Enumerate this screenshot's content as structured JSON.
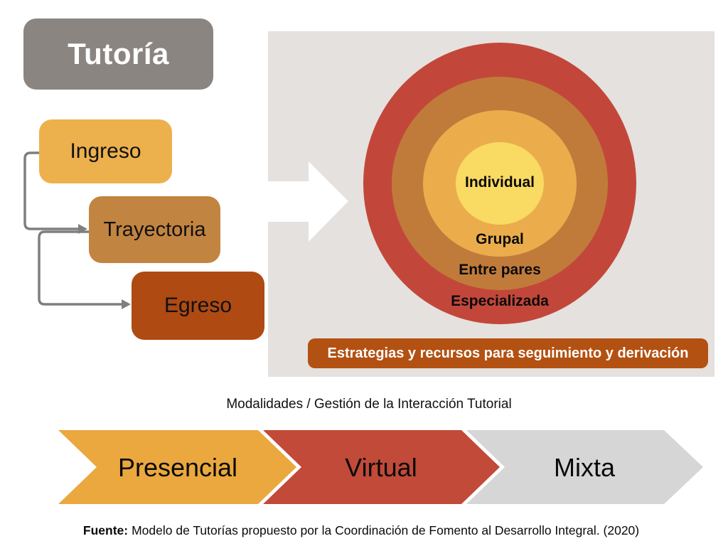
{
  "title": "Tutoría",
  "stages": [
    {
      "label": "Ingreso",
      "color": "#ECB04D"
    },
    {
      "label": "Trayectoria",
      "color": "#C28441"
    },
    {
      "label": "Egreso",
      "color": "#AE4A12"
    }
  ],
  "interaction_model": {
    "panel_color": "#E5E1DE",
    "rings": [
      {
        "label": "Individual",
        "color": "#F9DA63"
      },
      {
        "label": "Grupal",
        "color": "#EBAD4C"
      },
      {
        "label": "Entre pares",
        "color": "#C07B3B"
      },
      {
        "label": "Especializada",
        "color": "#C2473A"
      }
    ],
    "banner": {
      "label": "Estrategias y recursos para seguimiento y derivación",
      "color": "#B35112"
    }
  },
  "modalities": {
    "caption": "Modalidades / Gestión de la Interacción Tutorial",
    "items": [
      {
        "label": "Presencial",
        "color": "#EAA83F"
      },
      {
        "label": "Virtual",
        "color": "#C14A38"
      },
      {
        "label": "Mixta",
        "color": "#D6D6D6"
      }
    ]
  },
  "source": {
    "label": "Fuente:",
    "text": "Modelo de Tutorías propuesto por la Coordinación de Fomento al Desarrollo Integral. (2020)"
  },
  "connector_color": "#7F7F7F"
}
